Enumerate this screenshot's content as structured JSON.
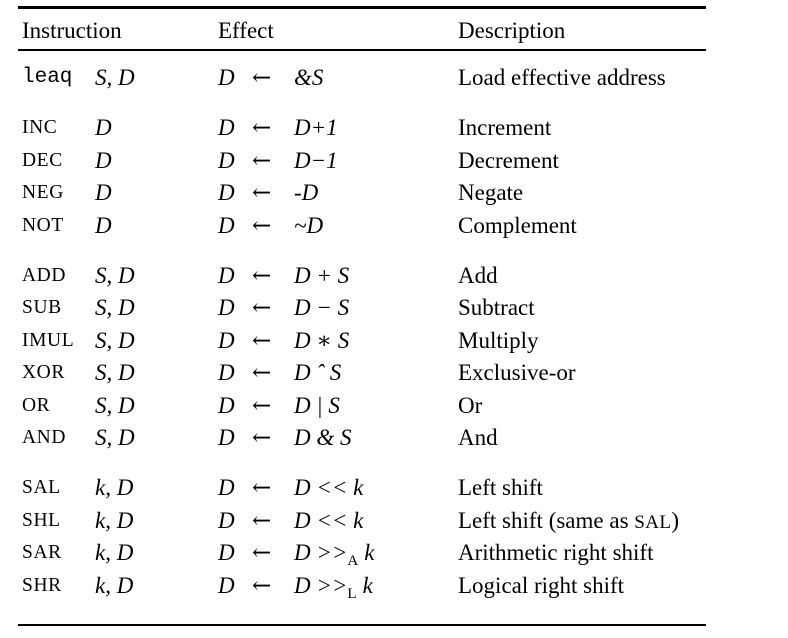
{
  "table": {
    "headers": {
      "instruction": "Instruction",
      "effect": "Effect",
      "description": "Description"
    },
    "groups": [
      {
        "group_name": "load-effective-address",
        "rows": [
          {
            "mnemonic": "leaq",
            "mnemonic_style": "mono",
            "operands": "S, D",
            "effect_dest": "D",
            "effect_arrow": "←",
            "effect_expr": "&S",
            "description": "Load effective address",
            "description_suffix": ""
          }
        ]
      },
      {
        "group_name": "unary-operations",
        "rows": [
          {
            "mnemonic": "INC",
            "mnemonic_style": "smallcaps",
            "operands": "D",
            "effect_dest": "D",
            "effect_arrow": "←",
            "effect_expr": "D+1",
            "description": "Increment",
            "description_suffix": ""
          },
          {
            "mnemonic": "DEC",
            "mnemonic_style": "smallcaps",
            "operands": "D",
            "effect_dest": "D",
            "effect_arrow": "←",
            "effect_expr": "D−1",
            "description": "Decrement",
            "description_suffix": ""
          },
          {
            "mnemonic": "NEG",
            "mnemonic_style": "smallcaps",
            "operands": "D",
            "effect_dest": "D",
            "effect_arrow": "←",
            "effect_expr": "-D",
            "description": "Negate",
            "description_suffix": ""
          },
          {
            "mnemonic": "NOT",
            "mnemonic_style": "smallcaps",
            "operands": "D",
            "effect_dest": "D",
            "effect_arrow": "←",
            "effect_expr": "~D",
            "description": "Complement",
            "description_suffix": ""
          }
        ]
      },
      {
        "group_name": "binary-operations",
        "rows": [
          {
            "mnemonic": "ADD",
            "mnemonic_style": "smallcaps",
            "operands": "S, D",
            "effect_dest": "D",
            "effect_arrow": "←",
            "effect_expr": "D + S",
            "description": "Add",
            "description_suffix": ""
          },
          {
            "mnemonic": "SUB",
            "mnemonic_style": "smallcaps",
            "operands": "S, D",
            "effect_dest": "D",
            "effect_arrow": "←",
            "effect_expr": "D − S",
            "description": "Subtract",
            "description_suffix": ""
          },
          {
            "mnemonic": "IMUL",
            "mnemonic_style": "smallcaps",
            "operands": "S, D",
            "effect_dest": "D",
            "effect_arrow": "←",
            "effect_expr": "D ∗ S",
            "description": "Multiply",
            "description_suffix": ""
          },
          {
            "mnemonic": "XOR",
            "mnemonic_style": "smallcaps",
            "operands": "S, D",
            "effect_dest": "D",
            "effect_arrow": "←",
            "effect_expr": "D ˆ S",
            "description": "Exclusive-or",
            "description_suffix": ""
          },
          {
            "mnemonic": "OR",
            "mnemonic_style": "smallcaps",
            "operands": "S, D",
            "effect_dest": "D",
            "effect_arrow": "←",
            "effect_expr": "D | S",
            "description": "Or",
            "description_suffix": ""
          },
          {
            "mnemonic": "AND",
            "mnemonic_style": "smallcaps",
            "operands": "S, D",
            "effect_dest": "D",
            "effect_arrow": "←",
            "effect_expr": "D & S",
            "description": "And",
            "description_suffix": ""
          }
        ]
      },
      {
        "group_name": "shift-operations",
        "rows": [
          {
            "mnemonic": "SAL",
            "mnemonic_style": "smallcaps",
            "operands": "k, D",
            "effect_dest": "D",
            "effect_arrow": "←",
            "effect_expr": "D << k",
            "description": "Left shift",
            "description_suffix": ""
          },
          {
            "mnemonic": "SHL",
            "mnemonic_style": "smallcaps",
            "operands": "k, D",
            "effect_dest": "D",
            "effect_arrow": "←",
            "effect_expr": "D << k",
            "description_prefix": "Left shift (same as ",
            "description_smallcaps": "SAL",
            "description": "",
            "description_suffix": ")"
          },
          {
            "mnemonic": "SAR",
            "mnemonic_style": "smallcaps",
            "operands": "k, D",
            "effect_dest": "D",
            "effect_arrow": "←",
            "effect_expr_pre": "D >>",
            "effect_expr_sub": "A",
            "effect_expr_post": " k",
            "effect_expr": "",
            "description": "Arithmetic right shift",
            "description_suffix": ""
          },
          {
            "mnemonic": "SHR",
            "mnemonic_style": "smallcaps",
            "operands": "k, D",
            "effect_dest": "D",
            "effect_arrow": "←",
            "effect_expr_pre": "D >>",
            "effect_expr_sub": "L",
            "effect_expr_post": " k",
            "effect_expr": "",
            "description": "Logical right shift",
            "description_suffix": ""
          }
        ]
      }
    ]
  },
  "colors": {
    "text": "#000000",
    "rule": "#000000",
    "background": "#ffffff"
  }
}
